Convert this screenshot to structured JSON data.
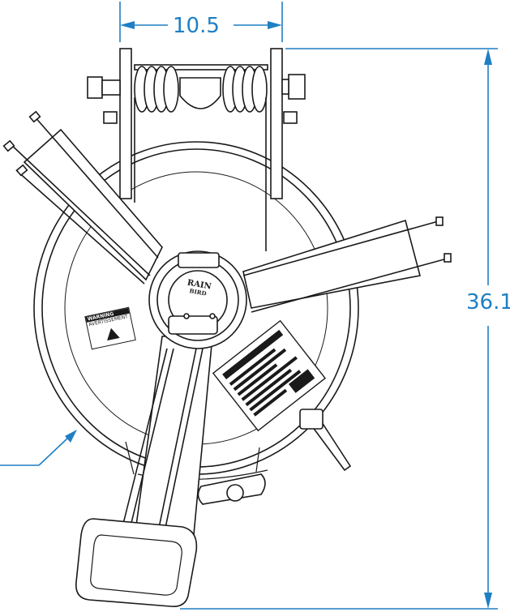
{
  "dimensions": {
    "width_label": "10.5",
    "height_label": "36.1"
  },
  "decal_small": {
    "lines": [
      "WARNING",
      "AVERTISSEMENT"
    ]
  },
  "hub_logo": {
    "brand": "RAIN",
    "sub": "BIRD"
  },
  "colors": {
    "line": "#1a1a1a",
    "dimension": "#1f7fc4"
  }
}
